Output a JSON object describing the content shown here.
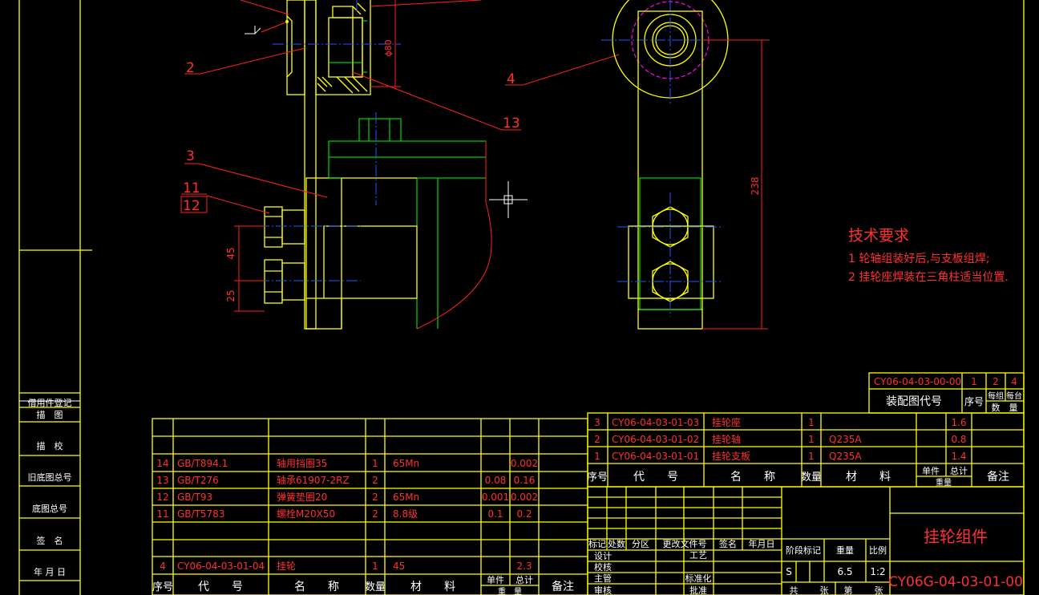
{
  "drawing": {
    "balloons": {
      "b2": "2",
      "b3": "3",
      "b4": "4",
      "b11": "11",
      "b12": "12",
      "b13": "13"
    },
    "dims": {
      "d80": "ϕ80",
      "d238": "238",
      "d45": "45",
      "d25": "25"
    }
  },
  "tech": {
    "title": "技术要求",
    "line1": "1 轮轴组装好后,与支板组焊;",
    "line2": "2 挂轮座焊装在三角柱适当位置."
  },
  "side_strip": {
    "label1": "借用件登记",
    "label2": "描　图",
    "label3": "描　校",
    "label4": "旧底图总号",
    "label5": "底图总号",
    "label6": "签　名",
    "label7": "年 月 日"
  },
  "left_bom": {
    "rows": [
      {
        "no": "14",
        "code": "GB/T894.1",
        "name": "轴用挡圈35",
        "qty": "1",
        "mat": "65Mn",
        "w1": "",
        "w2": "0.002"
      },
      {
        "no": "13",
        "code": "GB/T276",
        "name": "轴承61907-2RZ",
        "qty": "2",
        "mat": "",
        "w1": "0.08",
        "w2": "0.16"
      },
      {
        "no": "12",
        "code": "GB/T93",
        "name": "弹簧垫圈20",
        "qty": "2",
        "mat": "65Mn",
        "w1": "0.001",
        "w2": "0.002"
      },
      {
        "no": "11",
        "code": "GB/T5783",
        "name": "螺栓M20X50",
        "qty": "2",
        "mat": "8.8级",
        "w1": "0.1",
        "w2": "0.2"
      },
      {
        "no": "4",
        "code": "CY06-04-03-01-04",
        "name": "挂轮",
        "qty": "1",
        "mat": "45",
        "w1": "",
        "w2": "2.3"
      }
    ],
    "header": {
      "no": "序号",
      "code": "代　　号",
      "name": "名　　称",
      "qty": "数量",
      "mat": "材　　料",
      "w1": "单件",
      "w2": "总计",
      "weight": "重　量",
      "remark": "备注"
    }
  },
  "right_bom": {
    "rows": [
      {
        "no": "3",
        "code": "CY06-04-03-01-03",
        "name": "挂轮座",
        "qty": "1",
        "mat": "",
        "w": "1.6"
      },
      {
        "no": "2",
        "code": "CY06-04-03-01-02",
        "name": "挂轮轴",
        "qty": "1",
        "mat": "Q235A",
        "w": "0.8"
      },
      {
        "no": "1",
        "code": "CY06-04-03-01-01",
        "name": "挂轮支板",
        "qty": "1",
        "mat": "Q235A",
        "w": "1.4"
      }
    ],
    "header": {
      "no": "序号",
      "code": "代　　号",
      "name": "名　　称",
      "qty": "数量",
      "mat": "材　　料",
      "w1": "单件",
      "w2": "总计",
      "weight": "重量",
      "remark": "备注"
    }
  },
  "assembly_ref": {
    "code": "CY06-04-03-00-00",
    "c1": "1",
    "c2": "2",
    "c3": "4",
    "label": "装配图代号",
    "seq": "序号",
    "per_set": "每组",
    "per_unit": "每台",
    "count": "数　量"
  },
  "title_block": {
    "mark": "标记",
    "count": "处数",
    "zone": "分区",
    "change_doc": "更改文件号",
    "sign": "签名",
    "date": "年月日",
    "design": "设计",
    "check": "校核",
    "chief": "主管",
    "review": "审核",
    "process": "工艺",
    "std": "标准化",
    "approve": "批准",
    "stage": "阶段标记",
    "weight": "重量",
    "scale": "比例",
    "stage_val": "S",
    "weight_val": "6.5",
    "scale_val": "1:2",
    "total": "共",
    "sheet": "张",
    "page": "第",
    "sheet2": "张",
    "name": "挂轮组件",
    "code": "CY06G-04-03-01-00"
  }
}
